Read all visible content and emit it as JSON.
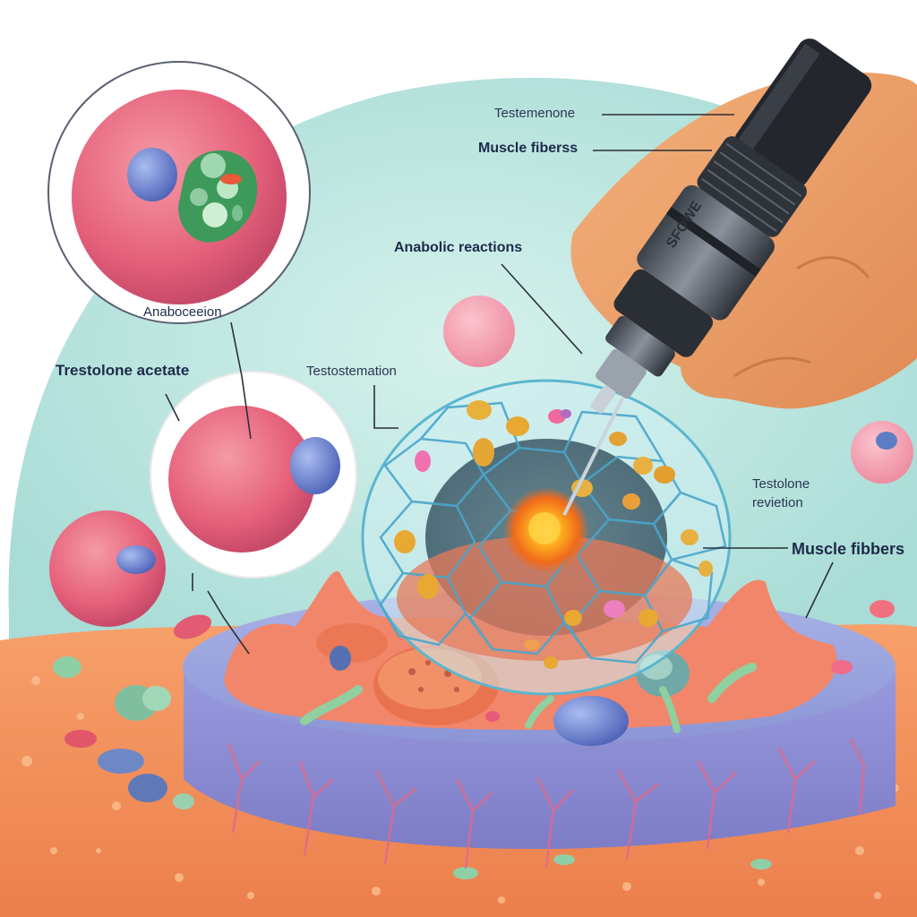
{
  "labels": {
    "testemenone": "Testemenone",
    "muscle_fibers_top": "Muscle fiberss",
    "anabolic_reactions": "Anabolic reactions",
    "anaboceion": "Anaboceeion",
    "trestolone_acetate": "Trestolone acetate",
    "testostemation": "Testostemation",
    "testolone_revietion_line1": "Testolone",
    "testolone_revietion_line2": "revietion",
    "muscle_fibers_right": "Muscle fibbers",
    "device_brand": "SFOWE"
  },
  "colors": {
    "background_teal": "#c9ece4",
    "cell_pink": "#e8657f",
    "tissue_orange": "#f0935c",
    "base_purple": "#8f8fd6",
    "nucleus_blue": "#6f86c9",
    "glow_orange": "#ff7a1c"
  }
}
